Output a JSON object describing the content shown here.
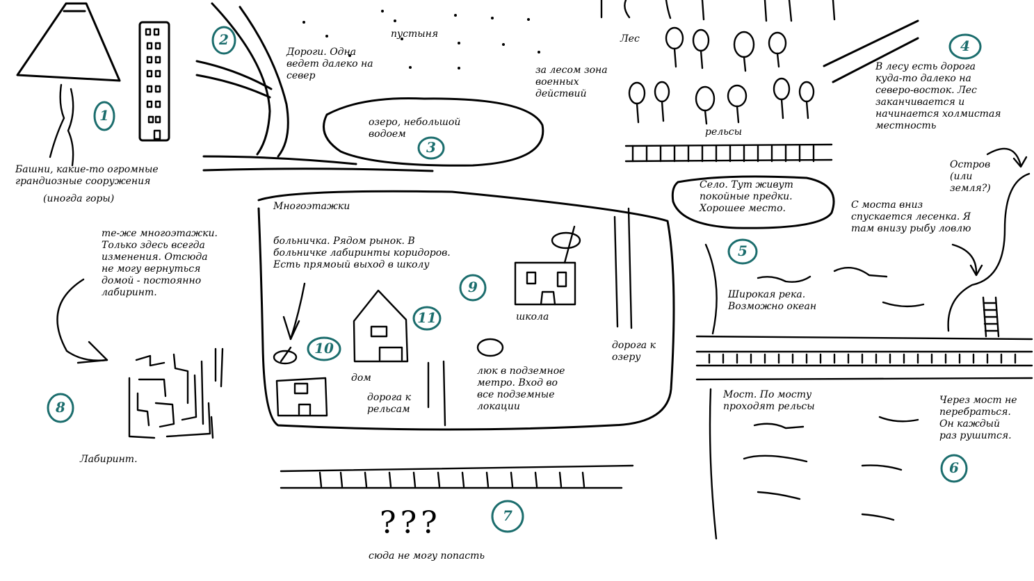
{
  "markers": [
    {
      "id": "marker-1",
      "text": "1"
    },
    {
      "id": "marker-2",
      "text": "2"
    },
    {
      "id": "marker-3",
      "text": "3"
    },
    {
      "id": "marker-4",
      "text": "4"
    },
    {
      "id": "marker-5",
      "text": "5"
    },
    {
      "id": "marker-6",
      "text": "6"
    },
    {
      "id": "marker-7",
      "text": "7"
    },
    {
      "id": "marker-8",
      "text": "8"
    },
    {
      "id": "marker-9",
      "text": "9"
    },
    {
      "id": "marker-10",
      "text": "10"
    },
    {
      "id": "marker-11",
      "text": "11"
    }
  ],
  "labels": {
    "towers": "Башни, какие-то огромные\nграндиозные сооружения",
    "towers_note": "(иногда горы)",
    "roads": "Дороги. Одна\nведет далеко на\nсевер",
    "desert": "пустыня",
    "forest": "Лес",
    "war_zone": "за лесом зона\nвоенных\nдействий",
    "lake": "озеро, небольшой\nводоем",
    "rails_top": "рельсы",
    "forest_road": "В лесу есть дорога\nкуда-то далеко на\nсеверо-восток. Лес\nзаканчивается и\nначинается холмистая\nместность",
    "island": "Остров\n(или\nземля?)",
    "village": "Село. Тут живут\nпокойные предки.\nХорошее место.",
    "ladder": "С моста вниз\nспускается лесенка. Я\nтам внизу рыбу ловлю",
    "highrises": "Многоэтажки",
    "highrises_change": "те-же многоэтажки.\nТолько здесь всегда\nизменения. Отсюда\nне могу вернуться\nдомой - постоянно\nлабиринт.",
    "hospital": "больничка. Рядом рынок. В\nбольничке лабиринты коридоров.\nЕсть прямоый выход в школу",
    "school": "школа",
    "river": "Широкая река.\nВозможно океан",
    "road_lake": "дорога к\nозеру",
    "home": "дом",
    "road_rails": "дорога к\nрельсам",
    "hatch": "люк в подземное\nметро. Вход во\nвсе подземные\nлокации",
    "bridge": "Мост. По мосту\nпроходят рельсы",
    "bridge_cross": "Через мост не\nперебраться.\nОн каждый\nраз рушится.",
    "labyrinth": "Лабиринт.",
    "unknown": "???",
    "unreachable": "сюда не могу попасть"
  }
}
